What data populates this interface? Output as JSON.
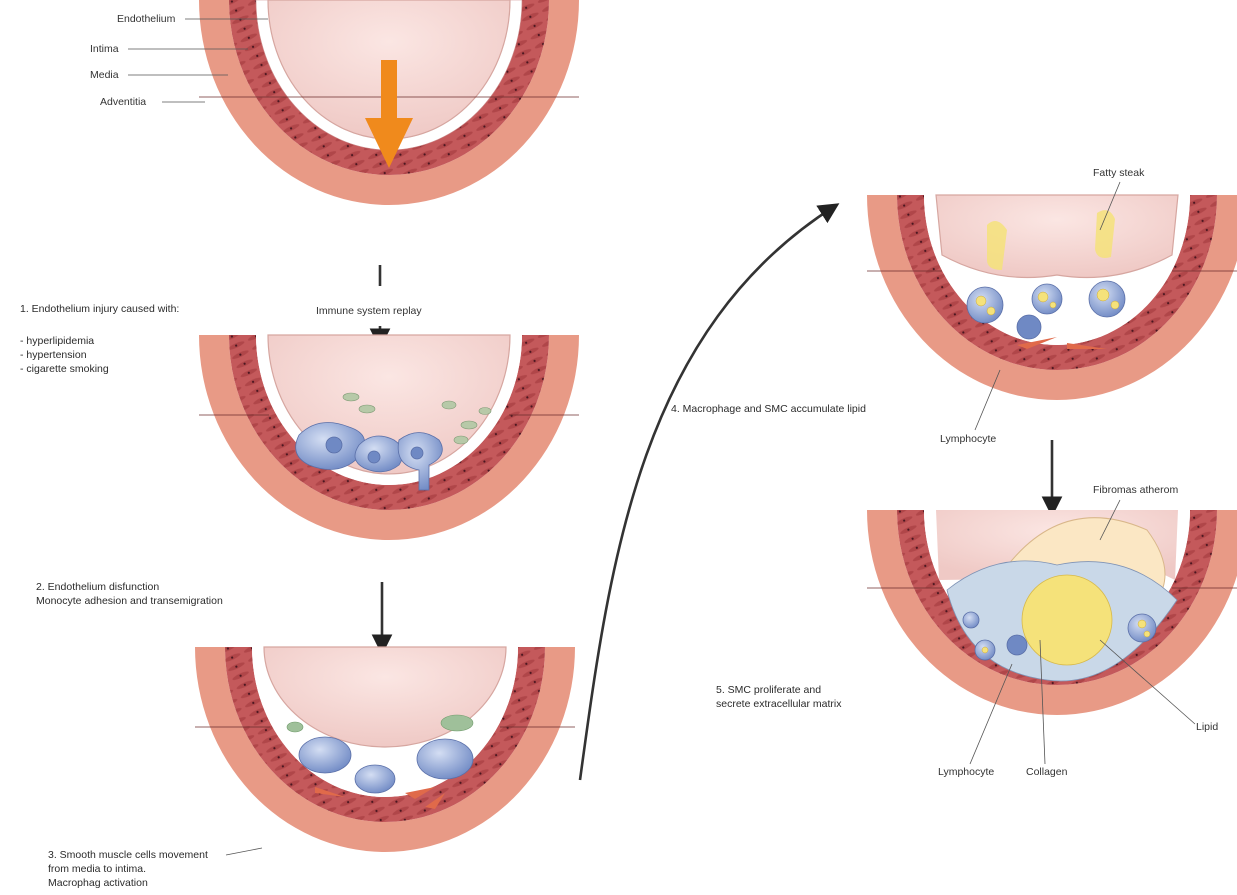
{
  "stage0": {
    "labels": {
      "endothelium": "Endothelium",
      "intima": "Intima",
      "media": "Media",
      "adventitia": "Adventitia"
    }
  },
  "arrow_label": "Immune system replay",
  "step1": {
    "title": "1. Endothelium injury caused with:",
    "factors": [
      "- hyperlipidemia",
      "- hypertension",
      "- cigarette smoking"
    ]
  },
  "step2": {
    "lines": [
      "2. Endothelium disfunction",
      "Monocyte adhesion and transemigration"
    ]
  },
  "step3": {
    "lines": [
      "3. Smooth muscle cells movement",
      "from media to intima.",
      "Macrophag activation"
    ]
  },
  "step4": {
    "title": "4. Macrophage and SMC accumulate lipid",
    "fatty_streak": "Fatty steak",
    "lymphocyte": "Lymphocyte"
  },
  "step5": {
    "lines": [
      "5. SMC proliferate and",
      "secrete  extracellular matrix"
    ],
    "fibrous": "Fibromas atherom",
    "lipid": "Lipid",
    "lymphocyte": "Lymphocyte",
    "collagen": "Collagen"
  },
  "colors": {
    "adventitia": "#e89a86",
    "media": "#c4595b",
    "intima": "#ffffff",
    "lumen": "#f4d5d2",
    "arrow_orange": "#f08a1c",
    "macrophage": "#8fa6d6",
    "lipid": "#f5e27a",
    "fibrous": "#fbe7c4"
  }
}
